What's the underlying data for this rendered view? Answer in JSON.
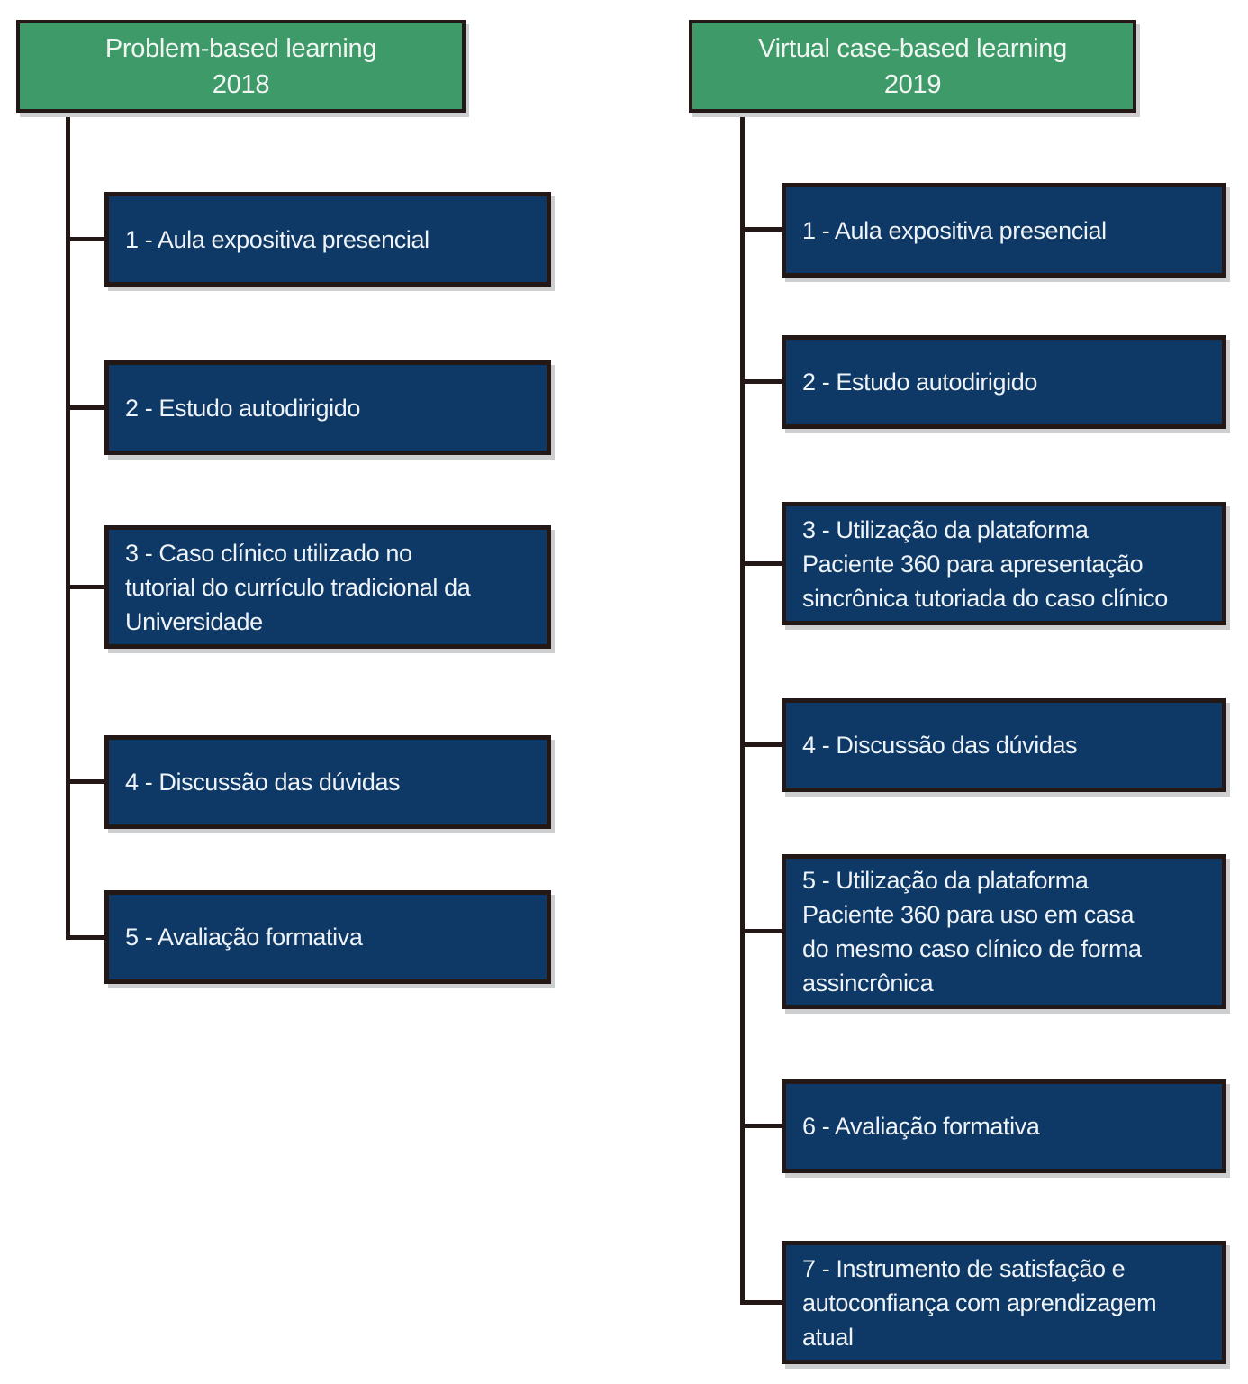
{
  "diagram": {
    "colors": {
      "header_fill": "#3f9a69",
      "step_fill": "#0e3865",
      "border": "#231815",
      "text": "#f2f6f3",
      "shadow": "#cdced0"
    },
    "columns": [
      {
        "header": {
          "title": "Problem-based learning",
          "year": "2018"
        },
        "items": [
          {
            "label": "1 -  Aula expositiva presencial"
          },
          {
            "label": "2 - Estudo autodirigido"
          },
          {
            "label": "3 - Caso clínico utilizado no\ntutorial do currículo tradicional da\nUniversidade"
          },
          {
            "label": "4 - Discussão das dúvidas"
          },
          {
            "label": "5 - Avaliação formativa"
          }
        ]
      },
      {
        "header": {
          "title": "Virtual case-based learning",
          "year": "2019"
        },
        "items": [
          {
            "label": "1 - Aula expositiva presencial"
          },
          {
            "label": "2 - Estudo autodirigido"
          },
          {
            "label": "3 - Utilização da plataforma\nPaciente 360 para apresentação\nsincrônica tutoriada do caso clínico"
          },
          {
            "label": "4 - Discussão das dúvidas"
          },
          {
            "label": "5 - Utilização da plataforma\nPaciente 360 para uso em casa\ndo mesmo caso clínico de forma\nassincrônica"
          },
          {
            "label": "6 - Avaliação formativa"
          },
          {
            "label": "7 - Instrumento de satisfação e\nautoconfiança com aprendizagem\natual"
          }
        ]
      }
    ]
  }
}
